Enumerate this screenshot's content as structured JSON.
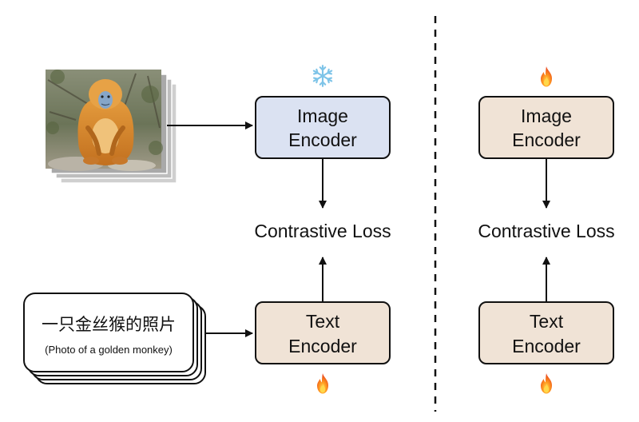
{
  "left_panel": {
    "image_encoder": {
      "line1": "Image",
      "line2": "Encoder",
      "status_icon": "snowflake-icon",
      "fill_color": "#dbe2f2"
    },
    "text_encoder": {
      "line1": "Text",
      "line2": "Encoder",
      "status_icon": "fire-icon",
      "fill_color": "#f0e3d6"
    },
    "loss_label": "Contrastive Loss",
    "text_input": {
      "chinese": "一只金丝猴的照片",
      "english": "(Photo of a golden monkey)"
    },
    "image_input": {
      "subject": "golden snub-nosed monkey photo"
    }
  },
  "right_panel": {
    "image_encoder": {
      "line1": "Image",
      "line2": "Encoder",
      "status_icon": "fire-icon",
      "fill_color": "#f0e3d6"
    },
    "text_encoder": {
      "line1": "Text",
      "line2": "Encoder",
      "status_icon": "fire-icon",
      "fill_color": "#f0e3d6"
    },
    "loss_label": "Contrastive Loss"
  },
  "colors": {
    "frozen_fill": "#dbe2f2",
    "trainable_fill": "#f0e3d6",
    "stroke": "#111111"
  }
}
